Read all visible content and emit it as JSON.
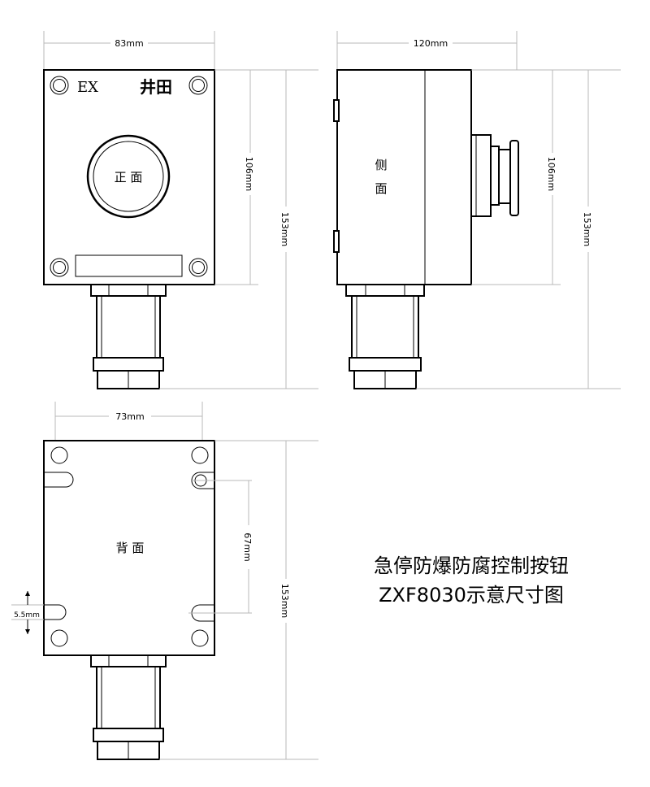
{
  "front_view": {
    "label": "正 面",
    "brand_ex": "EX",
    "brand_name": "井田",
    "width_dim": "83mm",
    "body_height_dim": "106mm",
    "total_height_dim": "153mm"
  },
  "side_view": {
    "label_line1": "侧",
    "label_line2": "面",
    "width_dim": "120mm",
    "body_height_dim": "106mm",
    "total_height_dim": "153mm"
  },
  "back_view": {
    "label": "背 面",
    "width_dim": "73mm",
    "hole_spacing_dim": "67mm",
    "slot_dim": "5.5mm",
    "total_height_dim": "153mm"
  },
  "title": {
    "line1": "急停防爆防腐控制按钮",
    "line2": "ZXF8030示意尺寸图"
  }
}
